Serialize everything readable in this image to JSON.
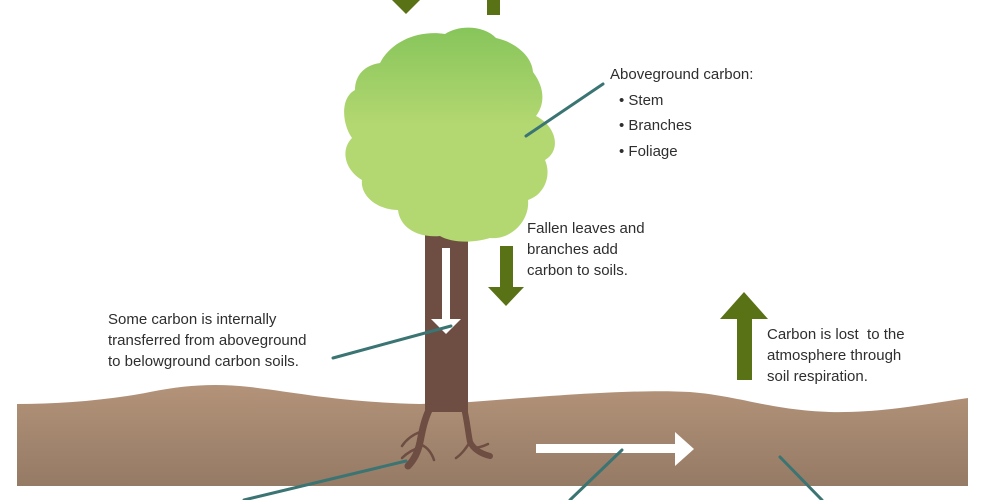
{
  "diagram": {
    "title": "Forest carbon cycle: aboveground, belowground and soil carbon",
    "colors": {
      "foliage_top": "#86c55a",
      "foliage_bottom": "#b3d771",
      "trunk": "#6e4d42",
      "soil_top": "#b39379",
      "soil_bottom": "#957a65",
      "arrow_green": "#5a7216",
      "arrow_white": "#ffffff",
      "leader_line": "#3a7473",
      "text": "#2e2e2e"
    },
    "labels": {
      "aboveground": {
        "heading": "Aboveground carbon:",
        "items": [
          "• Stem",
          "• Branches",
          "• Foliage"
        ]
      },
      "fallen": {
        "lines": [
          "Fallen leaves and",
          "branches add",
          "carbon to soils."
        ]
      },
      "internal": {
        "lines": [
          "Some carbon is internally",
          "transferred from aboveground",
          "to belowground carbon soils."
        ]
      },
      "respiration": {
        "lines": [
          "Carbon is lost  to the",
          "atmosphere through",
          "soil respiration."
        ]
      }
    },
    "arrows": [
      {
        "name": "top-down-arrow",
        "direction": "down",
        "color": "green"
      },
      {
        "name": "top-up-arrow",
        "direction": "up",
        "color": "green"
      },
      {
        "name": "litterfall-arrow",
        "direction": "down",
        "color": "green"
      },
      {
        "name": "respiration-arrow",
        "direction": "up",
        "color": "green"
      },
      {
        "name": "trunk-transfer-arrow",
        "direction": "down",
        "color": "white"
      },
      {
        "name": "soil-transfer-arrow",
        "direction": "right",
        "color": "white"
      }
    ]
  }
}
